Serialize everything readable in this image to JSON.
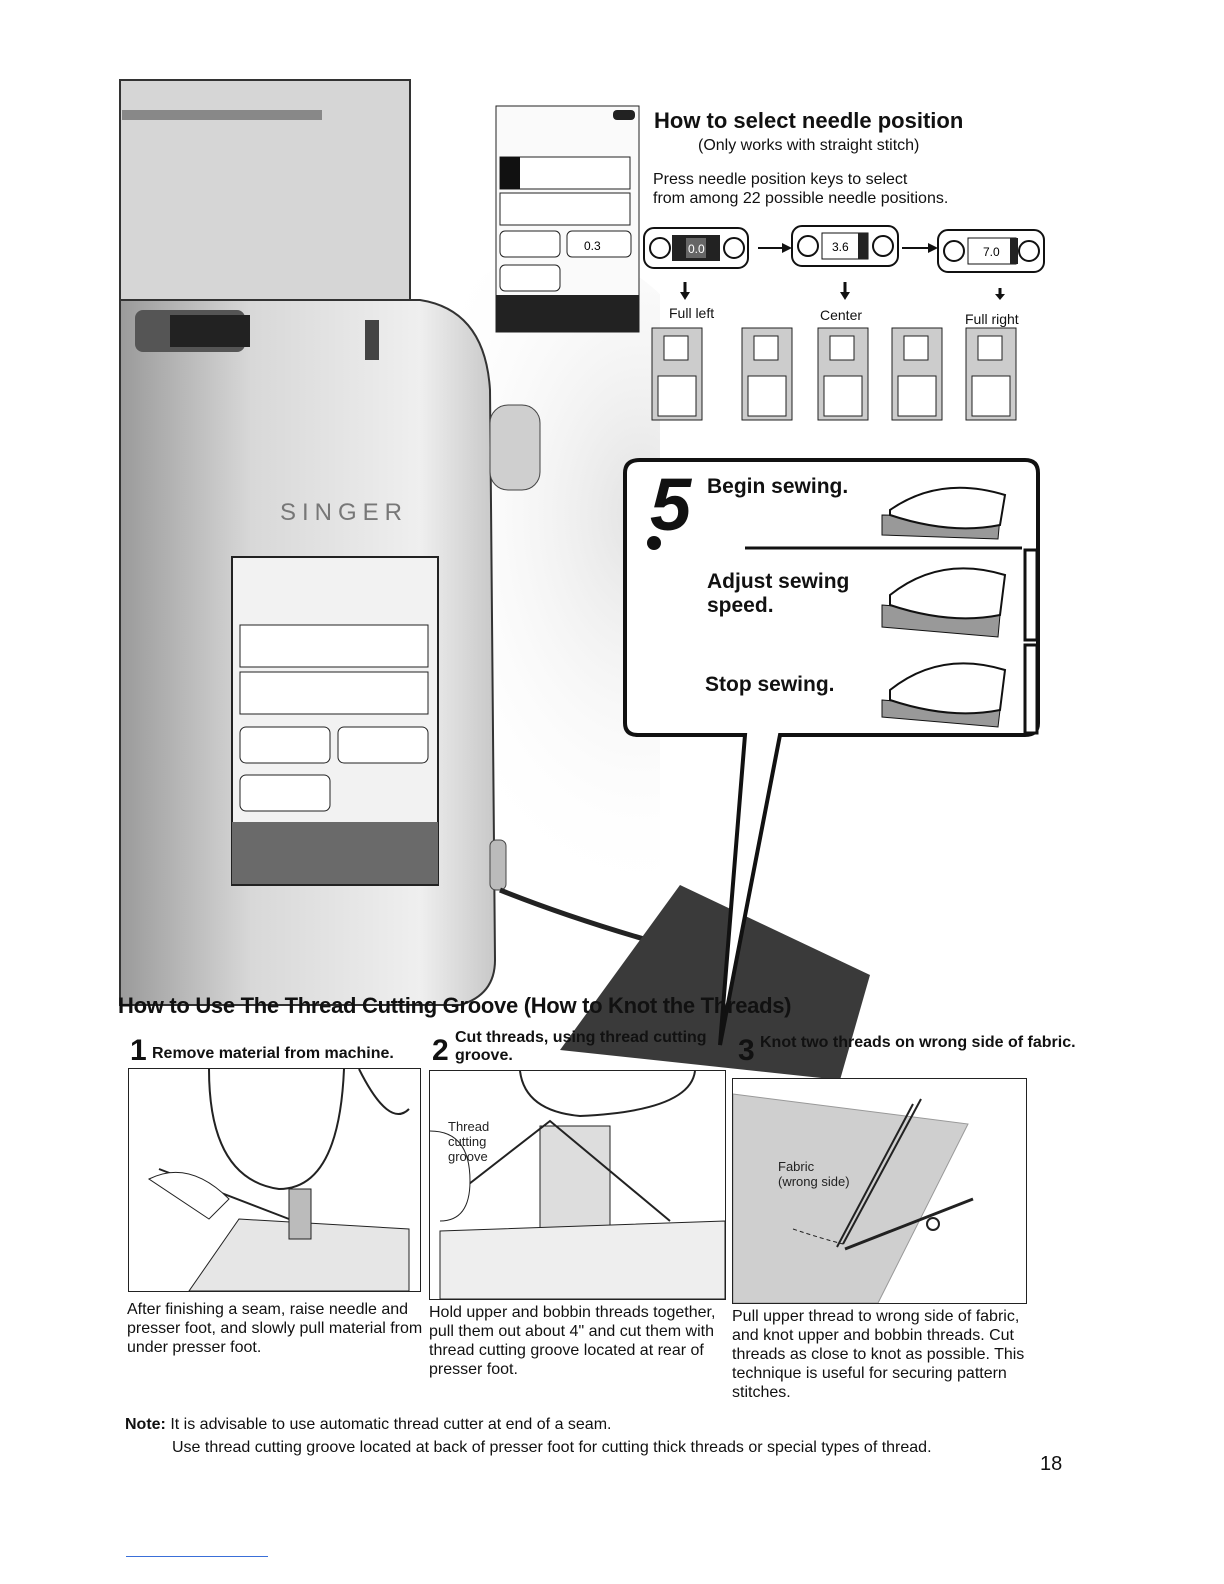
{
  "needle_position": {
    "title": "How to select needle position",
    "subtitle": "(Only works with straight stitch)",
    "description_line1": "Press needle position keys to select",
    "description_line2": "from among 22 possible needle positions.",
    "positions": [
      {
        "label": "Full left",
        "value": "0.0"
      },
      {
        "label": "Center",
        "value": "3.6"
      },
      {
        "label": "Full right",
        "value": "7.0"
      }
    ],
    "small_key_value": "0.3"
  },
  "machine": {
    "brand": "SINGER"
  },
  "pedal_steps": {
    "step_number": "5",
    "begin": "Begin sewing.",
    "adjust_line1": "Adjust sewing",
    "adjust_line2": "speed.",
    "stop": "Stop sewing."
  },
  "thread_cutting": {
    "heading": "How to Use The Thread Cutting Groove (How to Knot the Threads)",
    "steps": [
      {
        "number": "1",
        "title": "Remove material from machine.",
        "text": "After finishing a seam, raise needle and presser foot, and slowly pull material from under presser foot."
      },
      {
        "number": "2",
        "title_line1": "Cut threads, using thread cutting",
        "title_line2": "groove.",
        "text": "Hold upper and bobbin threads together, pull them out about 4\" and cut them with thread cutting groove located at rear of presser foot.",
        "figure_label_lines": [
          "Thread",
          "cutting",
          "groove"
        ]
      },
      {
        "number": "3",
        "title": "Knot two threads on wrong side of fabric.",
        "text": "Pull upper thread to wrong side of fabric, and knot upper and bobbin threads. Cut threads as close to knot as possible. This technique is useful for securing pattern stitches.",
        "figure_label_lines": [
          "Fabric",
          "(wrong side)"
        ]
      }
    ]
  },
  "note": {
    "label": "Note:",
    "line1": "It is advisable to use automatic thread cutter at end of a seam.",
    "line2": "Use thread cutting groove located at back of presser foot for cutting thick threads or special types of thread."
  },
  "page_number": "18"
}
